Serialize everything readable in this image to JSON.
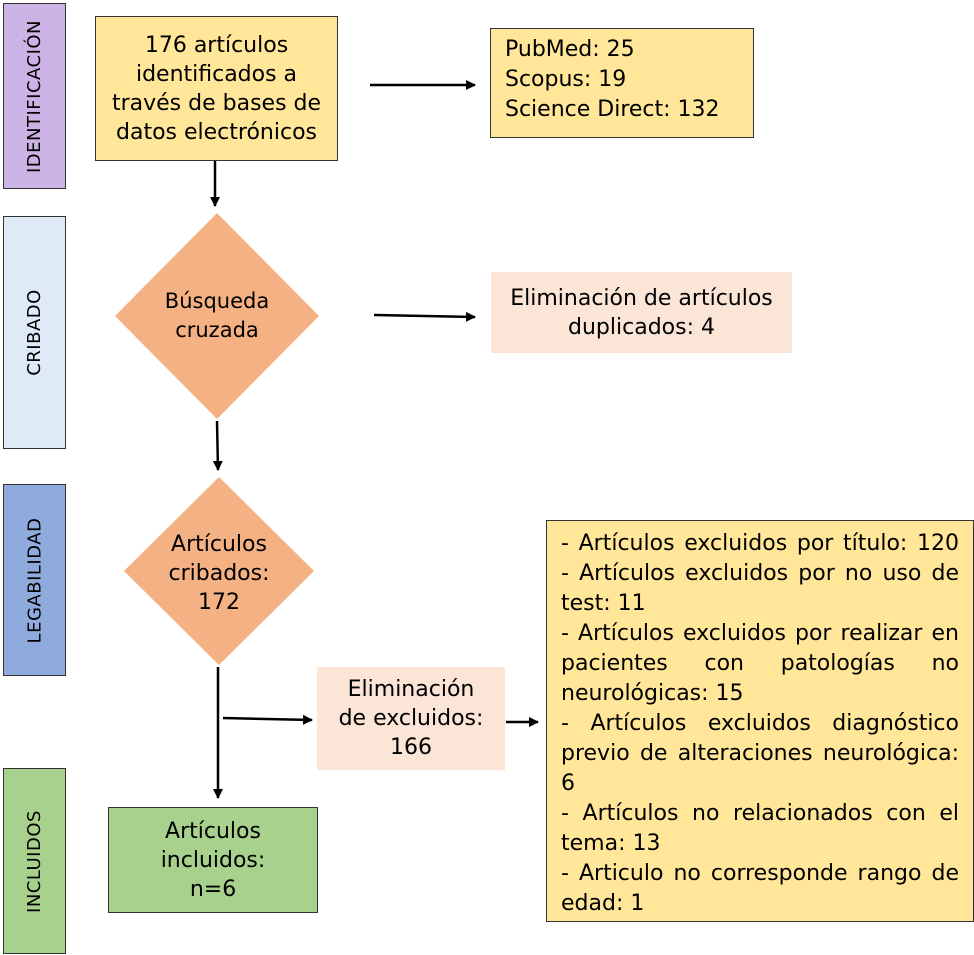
{
  "stages": {
    "identificacion": "IDENTIFICACIÓN",
    "cribado": "CRIBADO",
    "legabilidad": "LEGABILIDAD",
    "incluidos": "INCLUIDOS"
  },
  "colors": {
    "identificacion": "#ccb3e5",
    "cribado": "#deebf7",
    "legabilidad": "#8faadc",
    "incluidos": "#a9d18e",
    "yellow_box": "#ffe699",
    "diamond": "#f4b183",
    "peach_box": "#fbe5d6"
  },
  "nodes": {
    "identified": [
      "176 artículos",
      "identificados a",
      "través de bases de",
      "datos electrónicos"
    ],
    "databases": [
      "PubMed: 25",
      "Scopus: 19",
      "Science Direct: 132"
    ],
    "cross_search": [
      "Búsqueda",
      "cruzada"
    ],
    "duplicates": [
      "Eliminación de artículos",
      "duplicados: 4"
    ],
    "screened": [
      "Artículos",
      "cribados:",
      "172"
    ],
    "excluded": [
      "Eliminación",
      "de excluidos:",
      "166"
    ],
    "included": [
      "Artículos",
      "incluidos:",
      "n=6"
    ],
    "exclusion_reasons": [
      "- Artículos excluidos por título: 120",
      "- Artículos excluidos por no uso de",
      "test: 11",
      "- Artículos excluidos por realizar en",
      "pacientes con patologías no",
      "neurológicas: 15",
      "- Artículos excluidos diagnóstico",
      "previo de alteraciones neurológica:",
      "6",
      "- Artículos no relacionados con el",
      "tema: 13",
      "- Articulo no corresponde rango de",
      "edad: 1"
    ]
  }
}
